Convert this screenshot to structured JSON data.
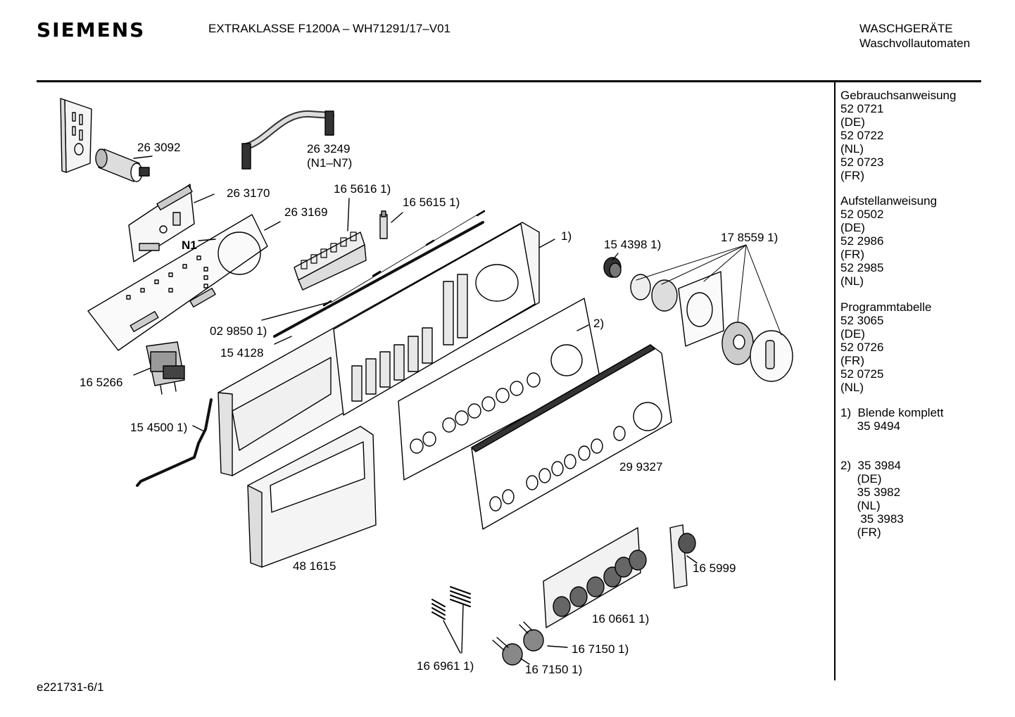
{
  "header": {
    "brand": "SIEMENS",
    "model": "EXTRAKLASSE F1200A – WH71291/17–V01",
    "category_line1": "WASCHGERÄTE",
    "category_line2": "Waschvollautomaten"
  },
  "sidebar": {
    "gebrauch_title": "Gebrauchsanweisung",
    "gebrauch_items": "52 0721\n(DE)\n52 0722\n(NL)\n52 0723\n(FR)",
    "aufstell_title": "Aufstellanweisung",
    "aufstell_items": "52 0502\n(DE)\n52 2986\n(FR)\n52 2985\n(NL)",
    "programm_title": "Programmtabelle",
    "programm_items": "52 3065\n(DE)\n52 0726\n(FR)\n52 0725\n(NL)",
    "note1": "1)  Blende komplett\n     35 9494",
    "note2": "2)  35 3984\n     (DE)\n     35 3982\n     (NL)\n      35 3983\n     (FR)"
  },
  "parts": {
    "p263092": "26 3092",
    "p263249": "26 3249",
    "p263249_sub": "(N1–N7)",
    "p263170": "26 3170",
    "p263169": "26 3169",
    "n1": "N1",
    "p165616": "16 5616 1)",
    "p165615": "16 5615 1)",
    "ref1": "1)",
    "p154398": "15 4398 1)",
    "p178559": "17 8559 1)",
    "ref2": "2)",
    "p029850": "02 9850 1)",
    "p154128": "15 4128",
    "p165266": "16 5266",
    "p154500": "15 4500 1)",
    "p299327": "29 9327",
    "p481615": "48 1615",
    "p165999": "16 5999",
    "p160661": "16 0661 1)",
    "p167150a": "16 7150 1)",
    "p167150b": "16 7150 1)",
    "p166961": "16 6961 1)"
  },
  "footer": {
    "doc_id": "e221731-6/1"
  }
}
